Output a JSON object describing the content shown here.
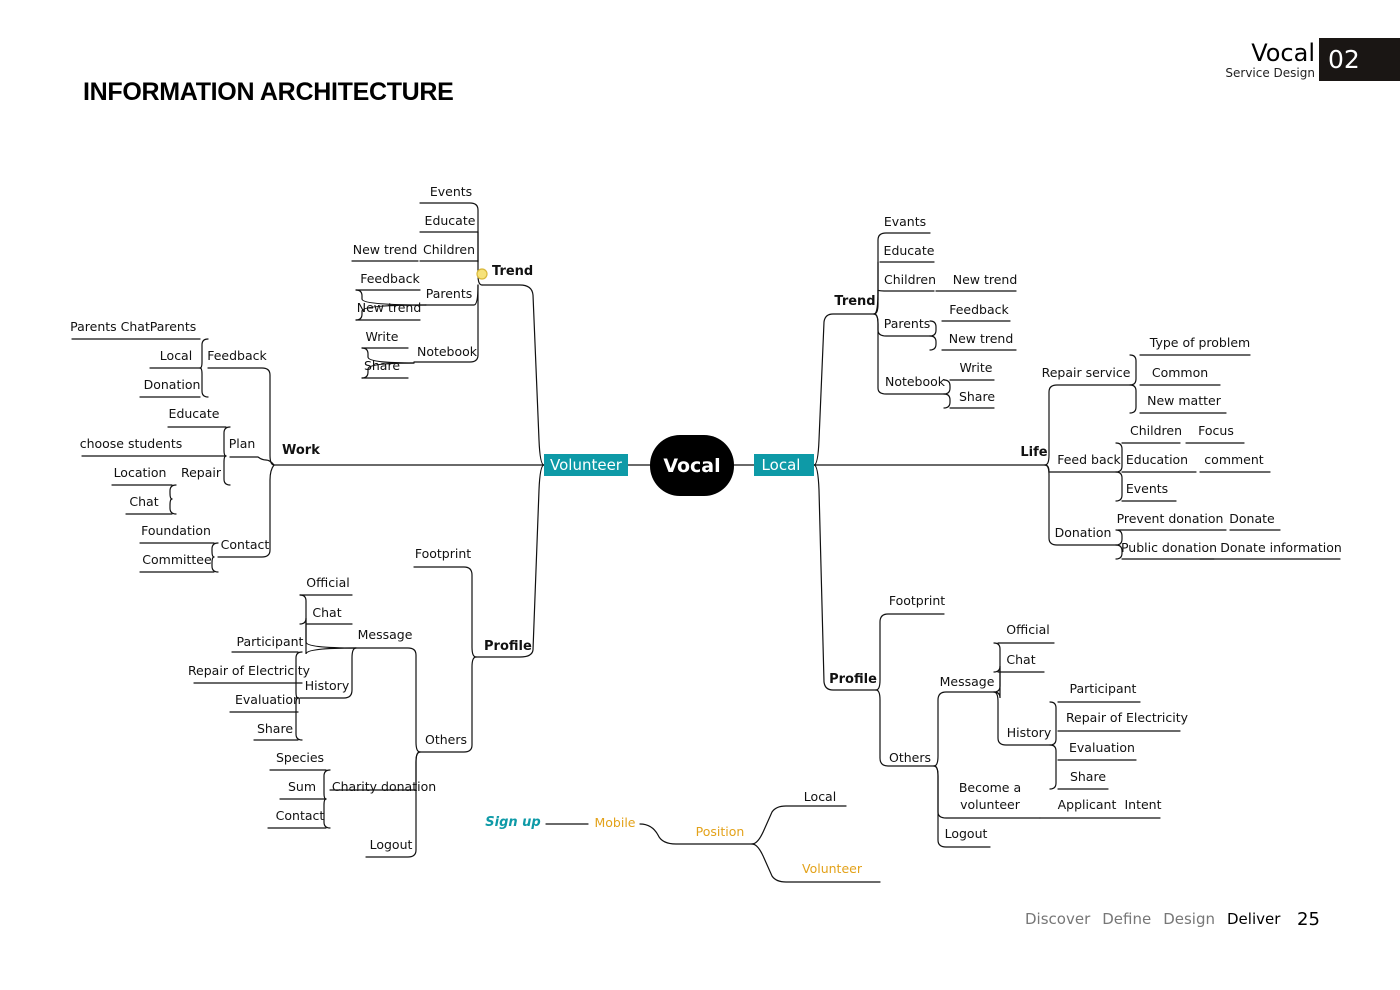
{
  "page": {
    "title": "INFORMATION ARCHITECTURE",
    "brand": "Vocal",
    "brand_subtitle": "Service Design",
    "chapter": "02",
    "footer_nav": [
      "Discover",
      "Define",
      "Design",
      "Deliver"
    ],
    "active_nav": "Deliver",
    "page_number": "25",
    "colors": {
      "hub": "#0e9aa7",
      "accent": "#e3a21a",
      "center": "#000000",
      "dark_block": "#1a1614"
    }
  },
  "labels": {
    "root": "Vocal",
    "volunteer": "Volunteer",
    "local": "Local",
    "v_trend": "Trend",
    "v_trend_events": "Events",
    "v_trend_educate": "Educate",
    "v_trend_children": "Children",
    "v_trend_children_newtrend": "New trend",
    "v_trend_parents": "Parents",
    "v_trend_parents_feedback": "Feedback",
    "v_trend_parents_newtrend": "New trend",
    "v_trend_notebook": "Notebook",
    "v_trend_notebook_write": "Write",
    "v_trend_notebook_share": "Share",
    "v_work": "Work",
    "v_work_feedback": "Feedback",
    "v_work_feedback_parents": "Parents",
    "v_work_feedback_parents_chat": "Parents Chat",
    "v_work_feedback_local": "Local",
    "v_work_feedback_donation": "Donation",
    "v_work_plan": "Plan",
    "v_work_plan_educate": "Educate",
    "v_work_plan_choose": "choose students",
    "v_work_repair": "Repair",
    "v_work_repair_location": "Location",
    "v_work_repair_chat": "Chat",
    "v_work_contact": "Contact",
    "v_work_contact_foundation": "Foundation",
    "v_work_contact_committee": "Committee",
    "v_profile": "Profile",
    "v_profile_footprint": "Footprint",
    "v_profile_others": "Others",
    "v_message": "Message",
    "v_message_official": "Official",
    "v_message_chat": "Chat",
    "v_history": "History",
    "v_history_participant": "Participant",
    "v_history_repair": "Repair of Electricity",
    "v_history_evaluation": "Evaluation",
    "v_history_share": "Share",
    "v_charity": "Charity donation",
    "v_charity_species": "Species",
    "v_charity_sum": "Sum",
    "v_charity_contact": "Contact",
    "v_logout": "Logout",
    "l_trend": "Trend",
    "l_trend_evants": "Evants",
    "l_trend_educate": "Educate",
    "l_trend_children": "Children",
    "l_trend_children_newtrend": "New trend",
    "l_trend_parents": "Parents",
    "l_trend_parents_feedback": "Feedback",
    "l_trend_parents_newtrend": "New trend",
    "l_trend_notebook": "Notebook",
    "l_trend_notebook_write": "Write",
    "l_trend_notebook_share": "Share",
    "l_life": "Life",
    "l_repair": "Repair service",
    "l_repair_type": "Type of problem",
    "l_repair_common": "Common",
    "l_repair_new": "New matter",
    "l_feedback": "Feed back",
    "l_feedback_children": "Children",
    "l_feedback_children_focus": "Focus",
    "l_feedback_education": "Education",
    "l_feedback_education_comment": "comment",
    "l_feedback_events": "Events",
    "l_donation": "Donation",
    "l_donation_prevent": "Prevent donation",
    "l_donation_prevent_donate": "Donate",
    "l_donation_public": "Public donation",
    "l_donation_public_info": "Donate information",
    "l_profile": "Profile",
    "l_profile_footprint": "Footprint",
    "l_profile_others": "Others",
    "l_message": "Message",
    "l_message_official": "Official",
    "l_message_chat": "Chat",
    "l_history": "History",
    "l_history_participant": "Participant",
    "l_history_repair": "Repair of Electricity",
    "l_history_evaluation": "Evaluation",
    "l_history_share": "Share",
    "l_become_1": "Become a",
    "l_become_2": "volunteer",
    "l_applicant": "Applicant",
    "l_intent": "Intent",
    "l_logout": "Logout",
    "signup": "Sign up",
    "mobile": "Mobile",
    "position": "Position",
    "pos_local": "Local",
    "pos_volunteer": "Volunteer"
  }
}
